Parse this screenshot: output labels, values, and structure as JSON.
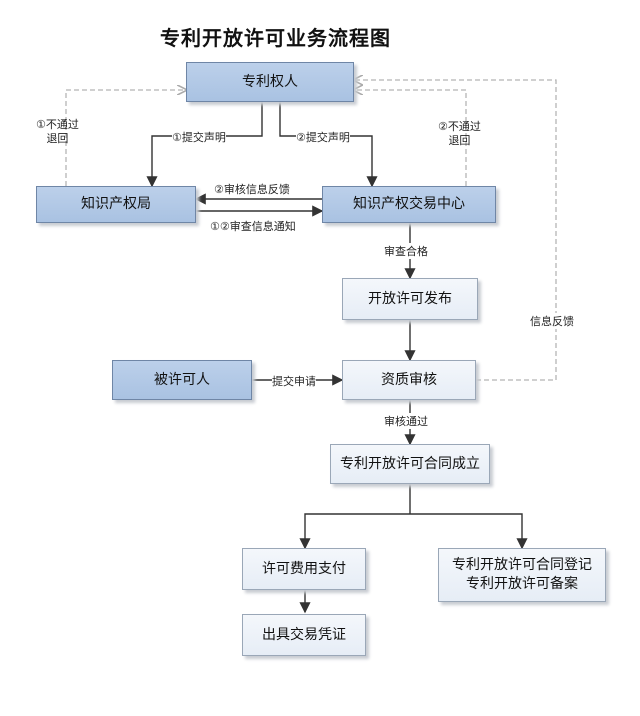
{
  "title": "专利开放许可业务流程图",
  "nodes": {
    "patentee": "专利权人",
    "ip_office": "知识产权局",
    "ip_exchange": "知识产权交易中心",
    "publish": "开放许可发布",
    "licensee": "被许可人",
    "review": "资质审核",
    "contract": "专利开放许可合同成立",
    "payment": "许可费用支付",
    "voucher": "出具交易凭证",
    "register_line1": "专利开放许可合同登记",
    "register_line2": "专利开放许可备案"
  },
  "edges": {
    "submit1": "①提交声明",
    "submit2": "②提交声明",
    "reject1_line1": "①不通过",
    "reject1_line2": "退回",
    "reject2_line1": "②不通过",
    "reject2_line2": "退回",
    "audit_feedback": "②审核信息反馈",
    "check_notice": "①②审查信息通知",
    "check_pass": "审查合格",
    "apply": "提交申请",
    "info_feedback": "信息反馈",
    "audit_pass": "审核通过"
  },
  "colors": {
    "dark_box": "#a9c2e2",
    "light_box": "#e6edf6",
    "line": "#444444",
    "dashed": "#b5b5b5"
  }
}
